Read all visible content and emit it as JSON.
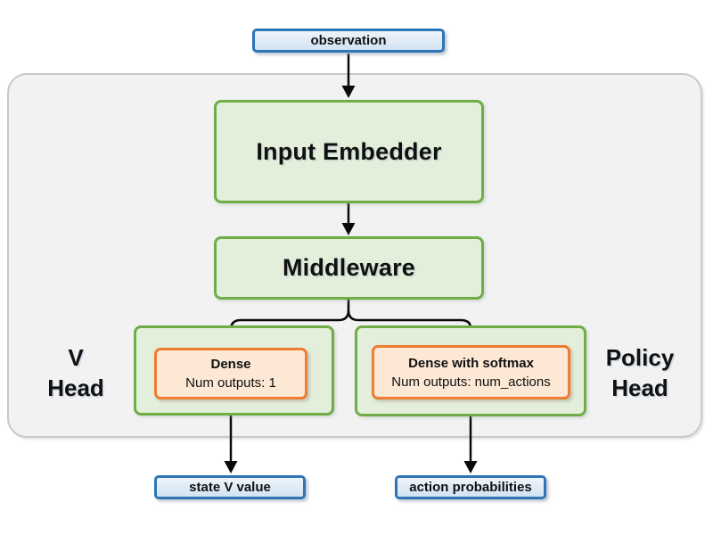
{
  "diagram": {
    "nodes": {
      "observation": {
        "label": "observation"
      },
      "input_embedder": {
        "label": "Input Embedder"
      },
      "middleware": {
        "label": "Middleware"
      },
      "v_head_dense": {
        "title": "Dense",
        "subtitle": "Num outputs: 1"
      },
      "policy_head_dense": {
        "title": "Dense with softmax",
        "subtitle": "Num outputs: num_actions"
      },
      "state_v_value": {
        "label": "state V value"
      },
      "action_probabilities": {
        "label": "action probabilities"
      }
    },
    "side_labels": {
      "v_head": {
        "line1": "V",
        "line2": "Head"
      },
      "policy_head": {
        "line1": "Policy",
        "line2": "Head"
      }
    },
    "colors": {
      "blue_border": "#2e75b6",
      "blue_fill": "#d9e7f6",
      "green_border": "#70ad47",
      "green_fill": "#e3efda",
      "orange_border": "#ed7d31",
      "orange_fill": "#fce8d5",
      "container_fill": "#f2f2f2",
      "container_border": "#c9c9ca",
      "arrow": "#0a0a0a"
    }
  }
}
